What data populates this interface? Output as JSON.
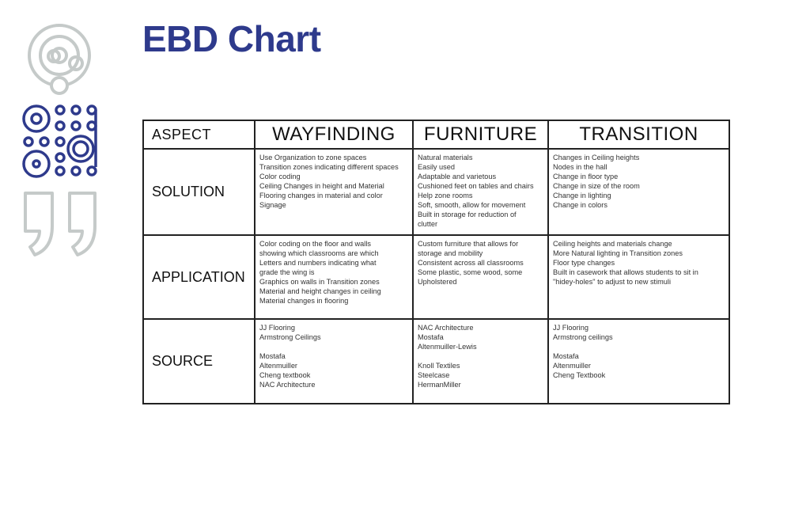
{
  "title": "EBD Chart",
  "icons": [
    "orbit-circles-icon",
    "dot-grid-icon",
    "quote-marks-icon"
  ],
  "colors": {
    "accent": "#2e3a8c",
    "icon_gray": "#c5cac9"
  },
  "table": {
    "headers": [
      "ASPECT",
      "WAYFINDING",
      "FURNITURE",
      "TRANSITION"
    ],
    "rows": [
      {
        "label": "SOLUTION",
        "cells": [
          [
            "Use Organization to zone spaces",
            "Transition zones indicating different spaces",
            "Color coding",
            "Ceiling Changes in height and Material",
            "Flooring changes in material and color",
            "Signage"
          ],
          [
            "Natural materials",
            "Easily used",
            "Adaptable and varietous",
            "Cushioned feet on tables and chairs",
            "Help zone rooms",
            "Soft, smooth, allow for movement",
            "Built in storage for reduction of",
            "clutter"
          ],
          [
            "Changes in Ceiling heights",
            "Nodes in the hall",
            "Change in floor type",
            "Change in size of the room",
            "Change in lighting",
            "Change in colors"
          ]
        ]
      },
      {
        "label": "APPLICATION",
        "cells": [
          [
            "Color coding on the floor and walls",
            "showing which classrooms are which",
            "Letters and numbers indicating what",
            "grade the wing is",
            "Graphics on walls in Transition zones",
            "Material and height changes in ceiling",
            "Material changes in flooring"
          ],
          [
            "Custom furniture that allows for",
            "storage and mobility",
            "Consistent across all classrooms",
            "Some plastic, some wood, some",
            "Upholstered"
          ],
          [
            "Ceiling heights and materials change",
            "More Natural lighting in Transition zones",
            "Floor type changes",
            "Built in casework that allows students to sit in",
            "\"hidey-holes\" to adjust to new stimuli"
          ]
        ]
      },
      {
        "label": "SOURCE",
        "cells": [
          [
            "JJ Flooring",
            "Armstrong Ceilings",
            "",
            "Mostafa",
            "Altenmuiller",
            "Cheng textbook",
            "NAC Architecture"
          ],
          [
            "NAC Architecture",
            "Mostafa",
            "Altenmuiller-Lewis",
            "",
            "Knoll Textiles",
            "Steelcase",
            "HermanMiller"
          ],
          [
            "JJ Flooring",
            "Armstrong ceilings",
            "",
            "Mostafa",
            "Altenmuiller",
            "Cheng Textbook"
          ]
        ]
      }
    ]
  }
}
